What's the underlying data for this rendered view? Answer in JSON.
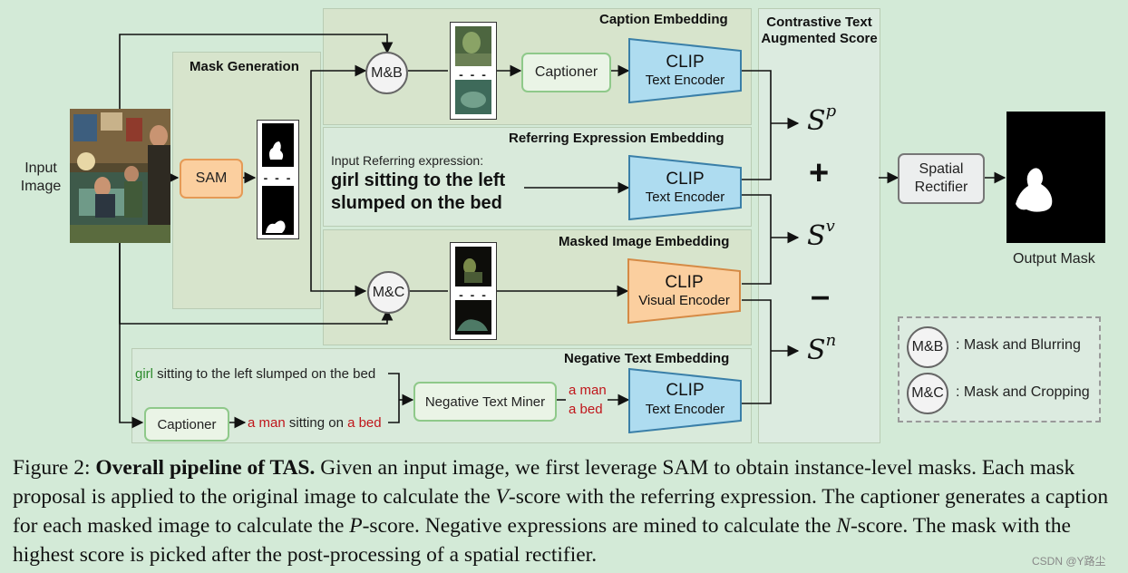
{
  "figure": {
    "input_label": "Input\nImage",
    "output_label": "Output Mask",
    "regions": {
      "mask_generation": "Mask Generation",
      "caption_embedding": "Caption Embedding",
      "referring_expression_embedding": "Referring Expression Embedding",
      "masked_image_embedding": "Masked Image Embedding",
      "negative_text_embedding": "Negative Text Embedding",
      "contrastive_score": "Contrastive Text\nAugmented Score"
    },
    "nodes": {
      "sam": "SAM",
      "mb": "M&B",
      "mc": "M&C",
      "captioner_top": "Captioner",
      "captioner_bottom": "Captioner",
      "negative_miner": "Negative Text Miner",
      "spatial_rectifier": "Spatial\nRectifier"
    },
    "encoders": {
      "clip": "CLIP",
      "text_encoder": "Text Encoder",
      "visual_encoder": "Visual Encoder"
    },
    "referring": {
      "label": "Input Referring expression:",
      "expression": "girl sitting to the left\nslumped on the bed"
    },
    "negative": {
      "ref_girl": "girl",
      "ref_rest": " sitting to the left slumped on the bed",
      "cap_a_man": "a man",
      "cap_mid": " sitting on ",
      "cap_a_bed": "a bed",
      "mined_1": "a man",
      "mined_2": "a bed"
    },
    "scores": {
      "s": "S",
      "p": "p",
      "v": "v",
      "n": "n",
      "plus": "+",
      "minus": "–"
    },
    "film_dots": "- - -",
    "legend": {
      "mb_symbol": "M&B",
      "mb_text": ": Mask and Blurring",
      "mc_symbol": "M&C",
      "mc_text": ": Mask and Cropping"
    },
    "watermark": "CSDN @Y路尘"
  },
  "caption": {
    "prefix": "Figure 2: ",
    "bold": "Overall pipeline of TAS.",
    "p1": " Given an input image, we first leverage SAM to obtain instance-level masks. Each mask proposal is applied to the original image to calculate the ",
    "v": "V",
    "p2": "-score with the referring expression. The captioner generates a caption for each masked image to calculate the ",
    "p": "P",
    "p3": "-score. Negative expressions are mined to calculate the ",
    "n": "N",
    "p4": "-score. The mask with the highest score is picked after the post-processing of a spatial rectifier."
  },
  "colors": {
    "background": "#d3ead7",
    "region": "#d7e4cc",
    "text_encoder": "#aedcf0",
    "visual_encoder": "#fbcf9f",
    "negative_red": "#c0161b",
    "positive_green": "#2e8b2e"
  }
}
